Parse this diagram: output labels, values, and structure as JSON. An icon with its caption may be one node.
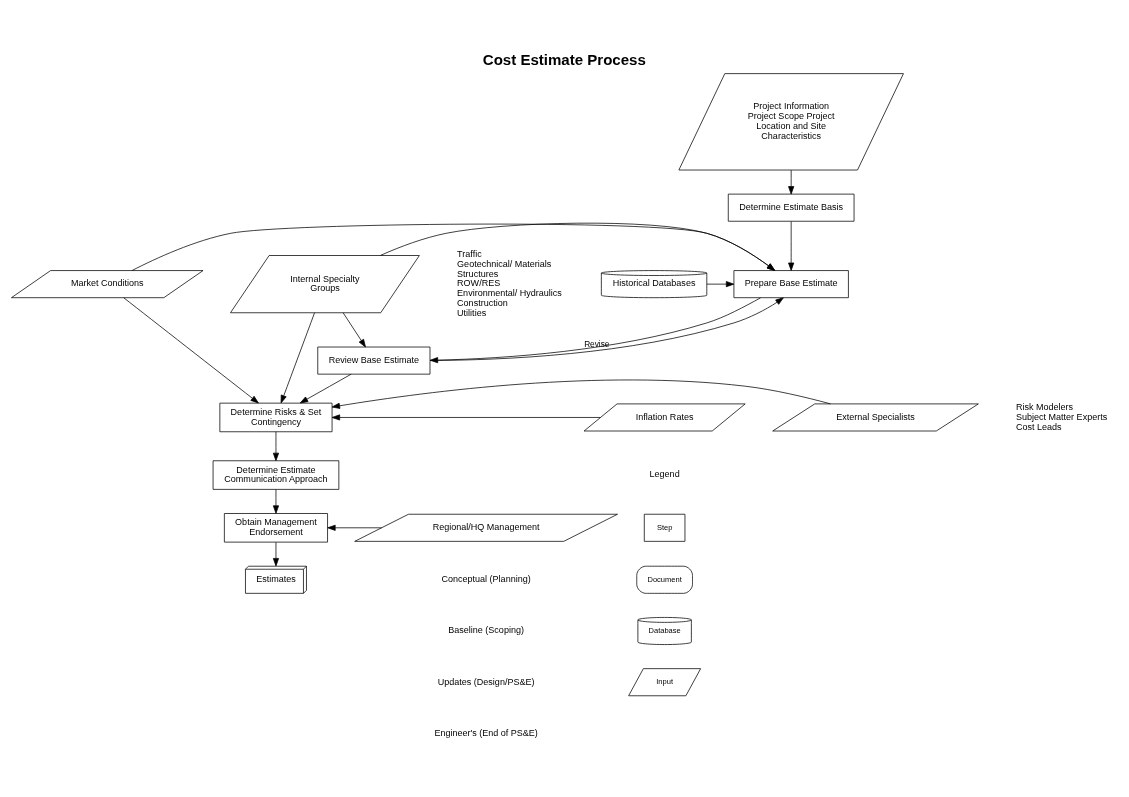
{
  "diagram": {
    "title": "Cost Estimate Process",
    "nodes": [
      {
        "text": [
          "Project Information Project Scope Project Location and Site Characteristics"
        ]
      },
      {
        "text": [
          "Determine Estimate Basis"
        ]
      },
      {
        "text": [
          "Historical Databases"
        ]
      },
      {
        "text": [
          "Prepare Base Estimate"
        ]
      },
      {
        "text": [
          "Market Conditions"
        ]
      },
      {
        "text": [
          "Internal Specialty Groups"
        ],
        "beside": [
          "Traffic",
          "Geotechnical/ Materials",
          "Structures",
          "ROW/RES",
          "Environmental/ Hydraulics",
          "Construction",
          "Utilities"
        ]
      },
      {
        "text": [
          "Review Base Estimate"
        ]
      },
      {
        "text": [
          "Determine Risks & Set Contingency"
        ]
      },
      {
        "text": [
          "Inflation Rates"
        ]
      },
      {
        "text": [
          "External Specialists"
        ],
        "beside": [
          "Risk Modelers",
          "Subject Matter Experts",
          "Cost Leads"
        ]
      },
      {
        "text": [
          "Determine Estimate Communication Approach"
        ]
      },
      {
        "text": [
          "Obtain Management Endorsement"
        ]
      },
      {
        "text": [
          "Regional/HQ Management"
        ]
      },
      {
        "text": [
          "Estimates"
        ]
      }
    ],
    "edges": [
      {
        "from": 0,
        "to": 1,
        "arrow": "to"
      },
      {
        "from": 1,
        "to": 3,
        "arrow": "to"
      },
      {
        "from": 2,
        "to": 3,
        "arrow": "to"
      },
      {
        "from": 4,
        "to": 3,
        "arrow": "to"
      },
      {
        "from": 5,
        "to": 3,
        "arrow": "to"
      },
      {
        "from": 3,
        "to": 6,
        "arrow": "to"
      },
      {
        "from": 6,
        "to": 3,
        "arrow": "to",
        "label": "Revise"
      },
      {
        "from": 5,
        "to": 6,
        "arrow": "to"
      },
      {
        "from": 6,
        "to": 7,
        "arrow": "to"
      },
      {
        "from": 4,
        "to": 7,
        "arrow": "to"
      },
      {
        "from": 8,
        "to": 7,
        "arrow": "to"
      },
      {
        "from": 5,
        "to": 7,
        "arrow": "to"
      },
      {
        "from": 9,
        "to": 7,
        "arrow": "to"
      },
      {
        "from": 7,
        "to": 10,
        "arrow": "to"
      },
      {
        "from": 10,
        "to": 11,
        "arrow": "to"
      },
      {
        "from": 12,
        "to": 11,
        "arrow": "to"
      },
      {
        "from": 11,
        "to": 13,
        "arrow": "to"
      }
    ],
    "labels": [
      "Conceptual (Planning)",
      "Baseline (Scoping)",
      "Updates (Design/PS&E)",
      "Engineer's (End of PS&E)",
      "Legend"
    ],
    "legend": [
      {
        "text": "Step"
      },
      {
        "text": "Document"
      },
      {
        "text": "Database"
      },
      {
        "text": "Input"
      }
    ]
  }
}
